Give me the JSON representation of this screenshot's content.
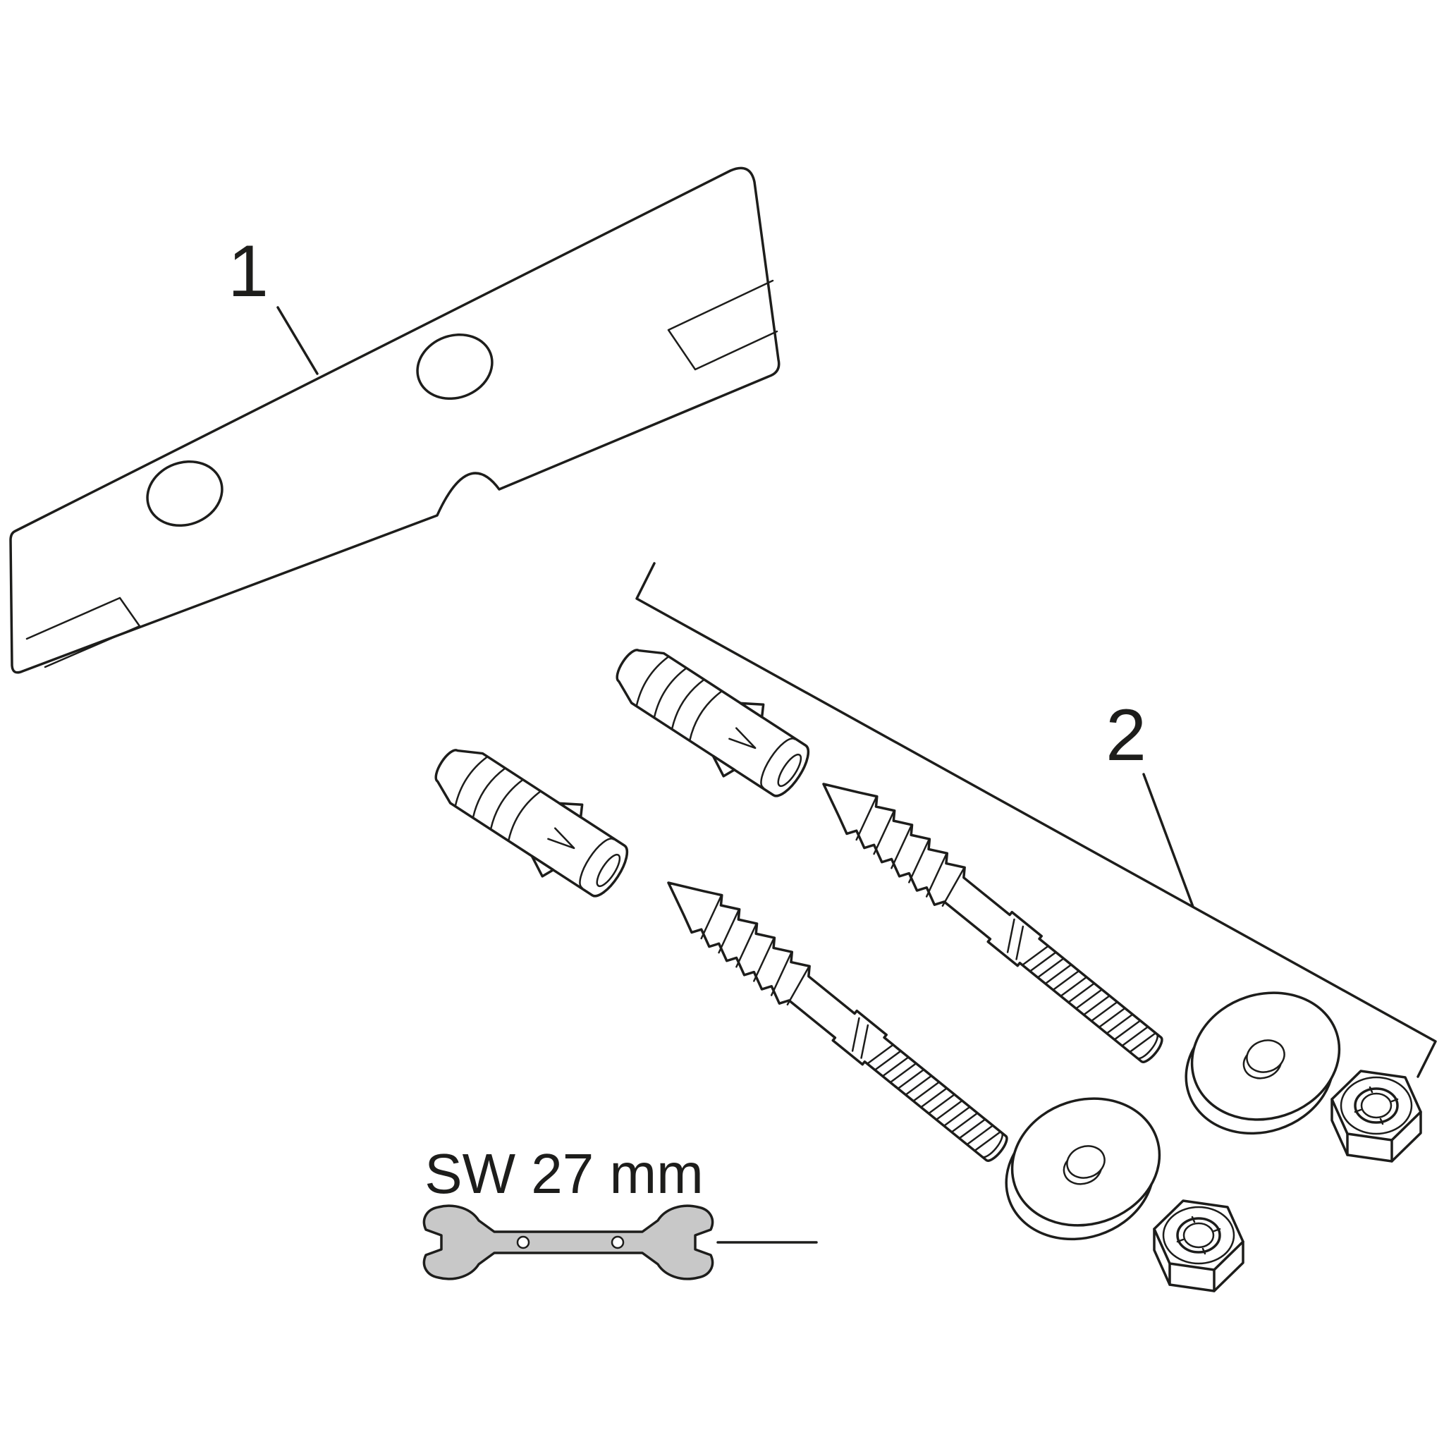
{
  "diagram": {
    "callouts": [
      {
        "label": "1"
      },
      {
        "label": "2"
      }
    ],
    "wrench_size_label": "SW 27 mm",
    "colors": {
      "background": "#ffffff",
      "line": "#1d1d1b",
      "wrench_fill": "#c8c8c8"
    }
  }
}
